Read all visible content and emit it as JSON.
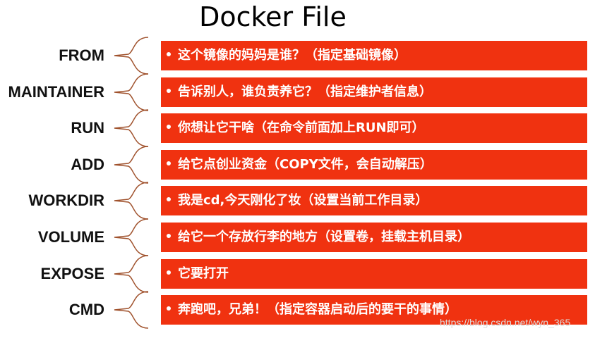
{
  "title": "Docker File",
  "colors": {
    "bar": "#f03210",
    "brace": "#a0522d"
  },
  "rows": [
    {
      "keyword": "FROM",
      "description": "这个镜像的妈妈是谁？（指定基础镜像）"
    },
    {
      "keyword": "MAINTAINER",
      "description": "告诉别人，谁负责养它？（指定维护者信息）"
    },
    {
      "keyword": "RUN",
      "description": "你想让它干啥（在命令前面加上RUN即可）"
    },
    {
      "keyword": "ADD",
      "description": "给它点创业资金（COPY文件，会自动解压）"
    },
    {
      "keyword": "WORKDIR",
      "description": "我是cd,今天刚化了妆（设置当前工作目录）"
    },
    {
      "keyword": "VOLUME",
      "description": "给它一个存放行李的地方（设置卷，挂载主机目录）"
    },
    {
      "keyword": "EXPOSE",
      "description": "它要打开"
    },
    {
      "keyword": "CMD",
      "description": "奔跑吧，兄弟！（指定容器启动后的要干的事情）"
    }
  ],
  "watermark": "https://blog.csdn.net/wyn_365"
}
